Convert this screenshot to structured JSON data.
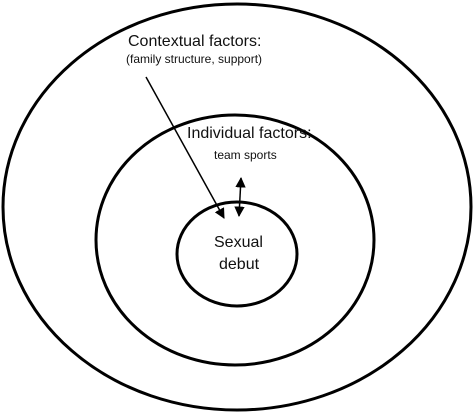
{
  "colors": {
    "stroke": "#000000",
    "background": "#ffffff",
    "text": "#111111"
  },
  "outer_ring": {
    "title": "Contextual factors:",
    "detail": "(family structure, support)"
  },
  "middle_ring": {
    "title": "Individual factors:",
    "detail": "team sports"
  },
  "core": {
    "line1": "Sexual",
    "line2": "debut"
  },
  "arrows": [
    {
      "from": "outer_ring",
      "to": "core",
      "direction": "one-way"
    },
    {
      "from": "middle_ring",
      "to": "core",
      "direction": "two-way"
    }
  ]
}
